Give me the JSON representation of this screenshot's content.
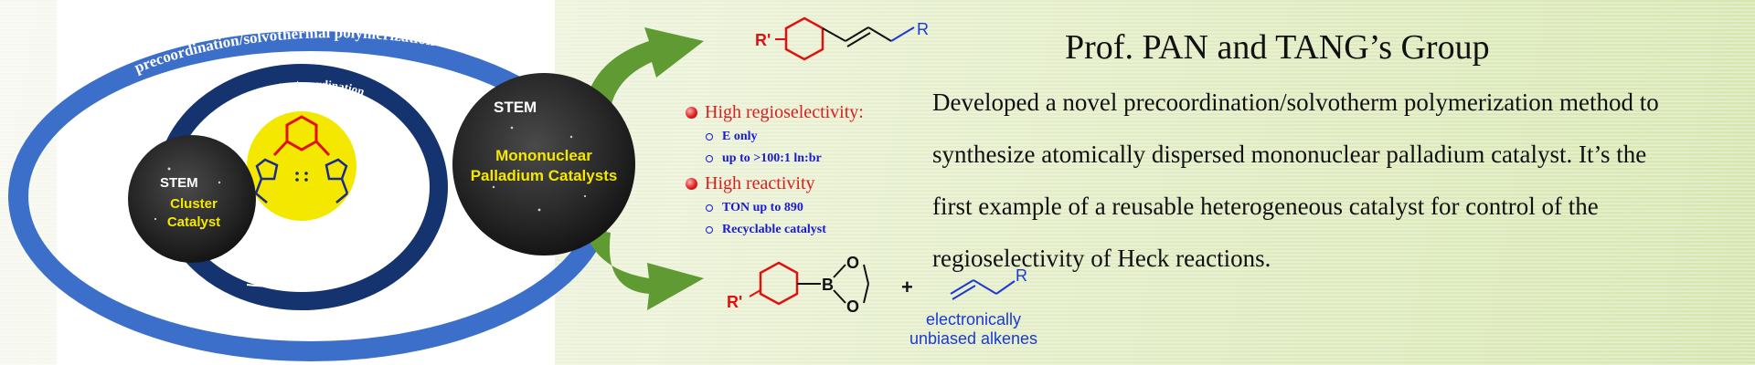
{
  "diagram": {
    "outer_arc_label": "precoordination/solvothermal polymerization",
    "inner_arc_label": "prepolymerization/coordination",
    "cluster": {
      "stem": "STEM",
      "line1": "Cluster",
      "line2": "Catalyst"
    },
    "mono": {
      "stem": "STEM",
      "line1": "Mononuclear",
      "line2": "Palladium Catalysts"
    }
  },
  "reaction": {
    "product_r_prime": "R'",
    "product_r": "R",
    "reactant_r_prime": "R'",
    "boron": "B",
    "oxygen_top": "O",
    "oxygen_bottom": "O",
    "plus": "+",
    "alkene_r": "R",
    "alkene_caption_line1": "electronically",
    "alkene_caption_line2": "unbiased alkenes"
  },
  "features": {
    "regio_title": "High regioselectivity:",
    "regio_items": [
      "E only",
      "up to >100:1 ln:br"
    ],
    "react_title": "High reactivity",
    "react_items": [
      "TON up to 890",
      "Recyclable catalyst"
    ]
  },
  "header": {
    "title": "Prof. PAN and TANG’s Group",
    "description_lines": [
      "Developed a novel precoordination/solvotherm polymerization method to",
      "synthesize atomically dispersed mononuclear palladium catalyst. It’s the",
      "first example of a reusable heterogeneous catalyst for control of the",
      "regioselectivity of Heck reactions."
    ]
  },
  "colors": {
    "outer_ring": "#3b6fc9",
    "inner_ring": "#15336e",
    "arrow_green": "#5f9a32",
    "ligand_yellow": "#f5e800",
    "red_text": "#e01010",
    "blue_text": "#1a3ad0"
  },
  "icons": [
    "red-bullet-icon",
    "ring-bullet-icon",
    "green-arrow-icon"
  ]
}
